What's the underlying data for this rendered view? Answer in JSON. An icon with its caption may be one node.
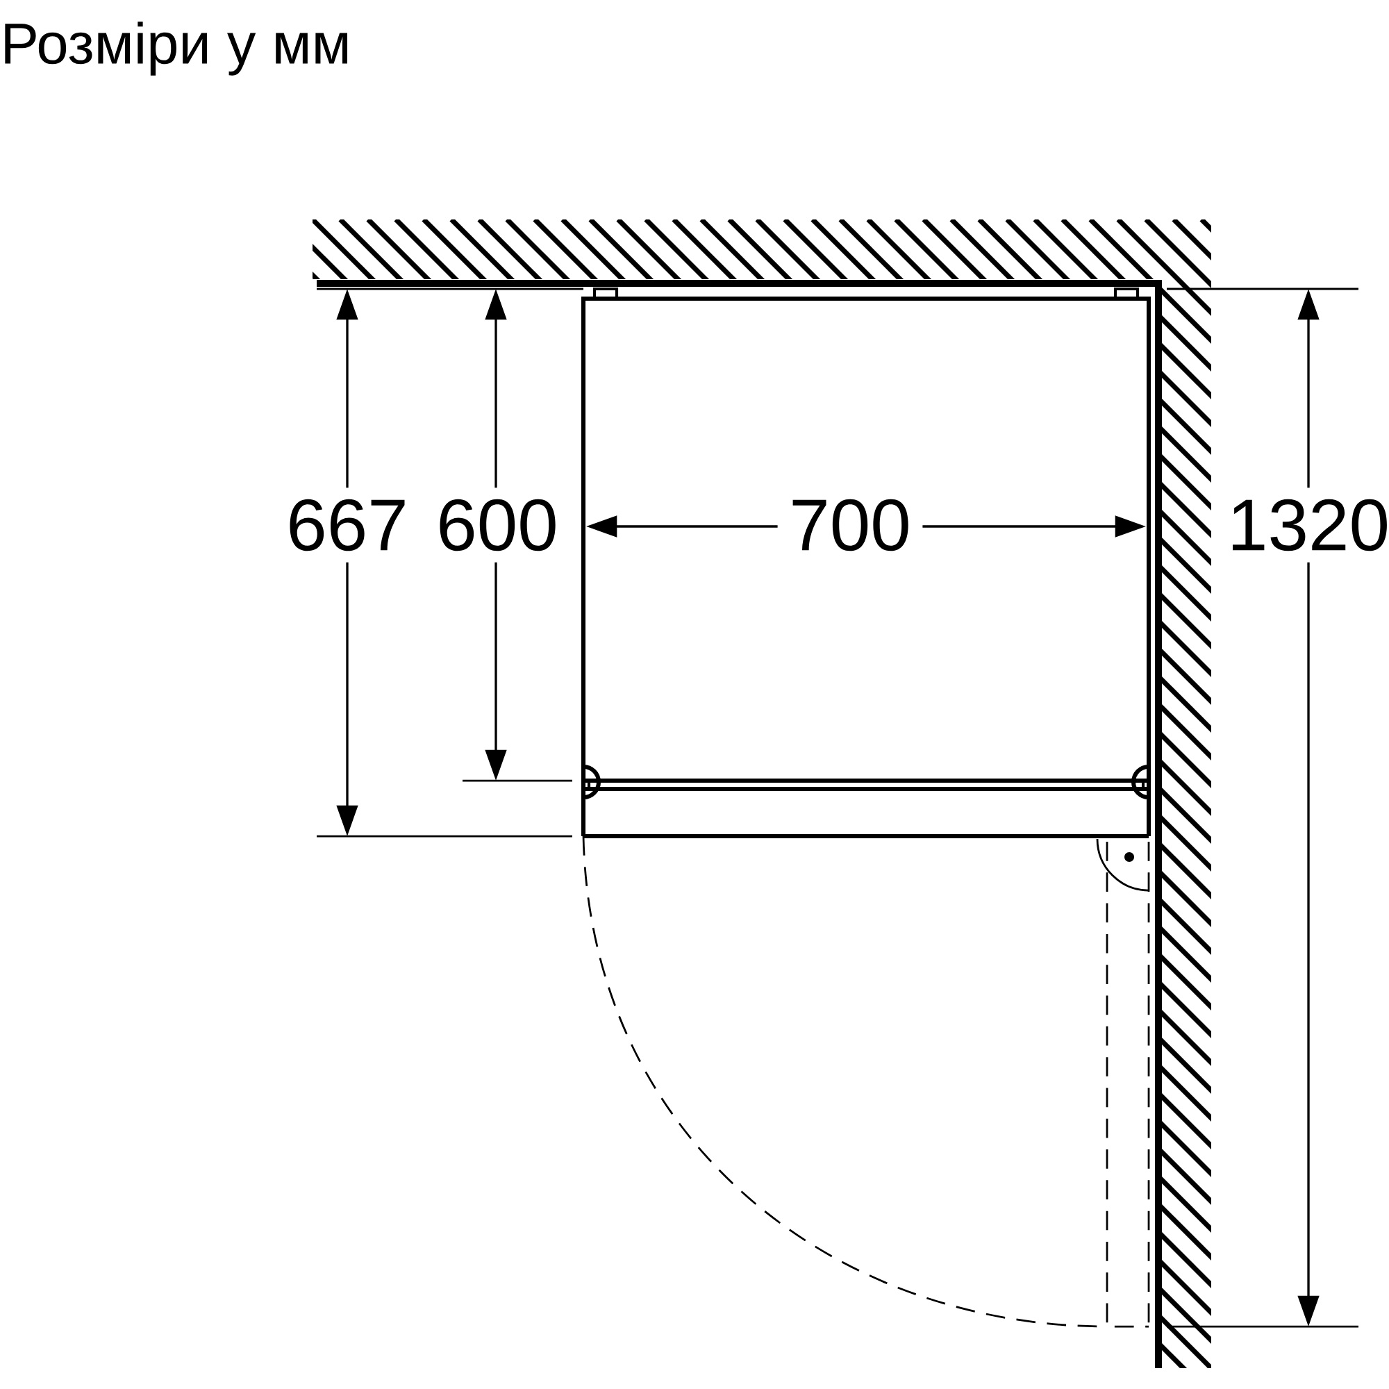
{
  "diagram": {
    "title": "Розміри у мм",
    "labels": [
      "667",
      "600",
      "700",
      "1320"
    ]
  }
}
